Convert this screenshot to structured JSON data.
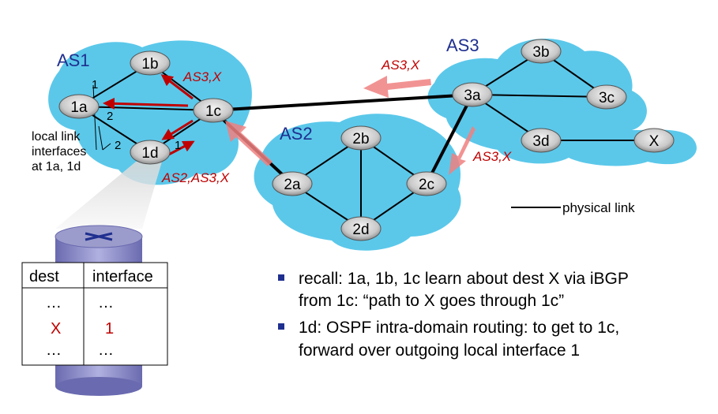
{
  "colors": {
    "as_cloud": "#5bc8ea",
    "link": "#000000",
    "arrow_red": "#c00000",
    "arrow_pink": "#f08080",
    "as_label": "#1f2f8f",
    "bullet": "#1f2f8f"
  },
  "as_labels": {
    "as1": "AS1",
    "as2": "AS2",
    "as3": "AS3"
  },
  "routers": {
    "r1a": "1a",
    "r1b": "1b",
    "r1c": "1c",
    "r1d": "1d",
    "r2a": "2a",
    "r2b": "2b",
    "r2c": "2c",
    "r2d": "2d",
    "r3a": "3a",
    "r3b": "3b",
    "r3c": "3c",
    "r3d": "3d",
    "x": "X"
  },
  "annotations": {
    "as3x_top": "AS3,X",
    "as3x_1b": "AS3,X",
    "as3x_2c": "AS3,X",
    "as2as3x": "AS2,AS3,X"
  },
  "interface_numbers": {
    "n1_top": "1",
    "n2_mid": "2",
    "n2_low": "2",
    "n1_right": "1"
  },
  "local_link_label": {
    "line1": "local link",
    "line2": "interfaces",
    "line3": "at 1a, 1d"
  },
  "legend": {
    "physical_link": "physical link"
  },
  "table": {
    "header_dest": "dest",
    "header_interface": "interface",
    "rows": [
      {
        "dest": "…",
        "interface": "…"
      },
      {
        "dest": "X",
        "interface": "1"
      },
      {
        "dest": "…",
        "interface": "…"
      }
    ]
  },
  "bullets": [
    {
      "line1": "recall: 1a, 1b, 1c learn about dest X via iBGP",
      "line2": "from 1c: “path to X goes through 1c”"
    },
    {
      "line1": "1d: OSPF intra-domain routing: to get to 1c,",
      "line2": "forward over outgoing local interface 1"
    }
  ]
}
